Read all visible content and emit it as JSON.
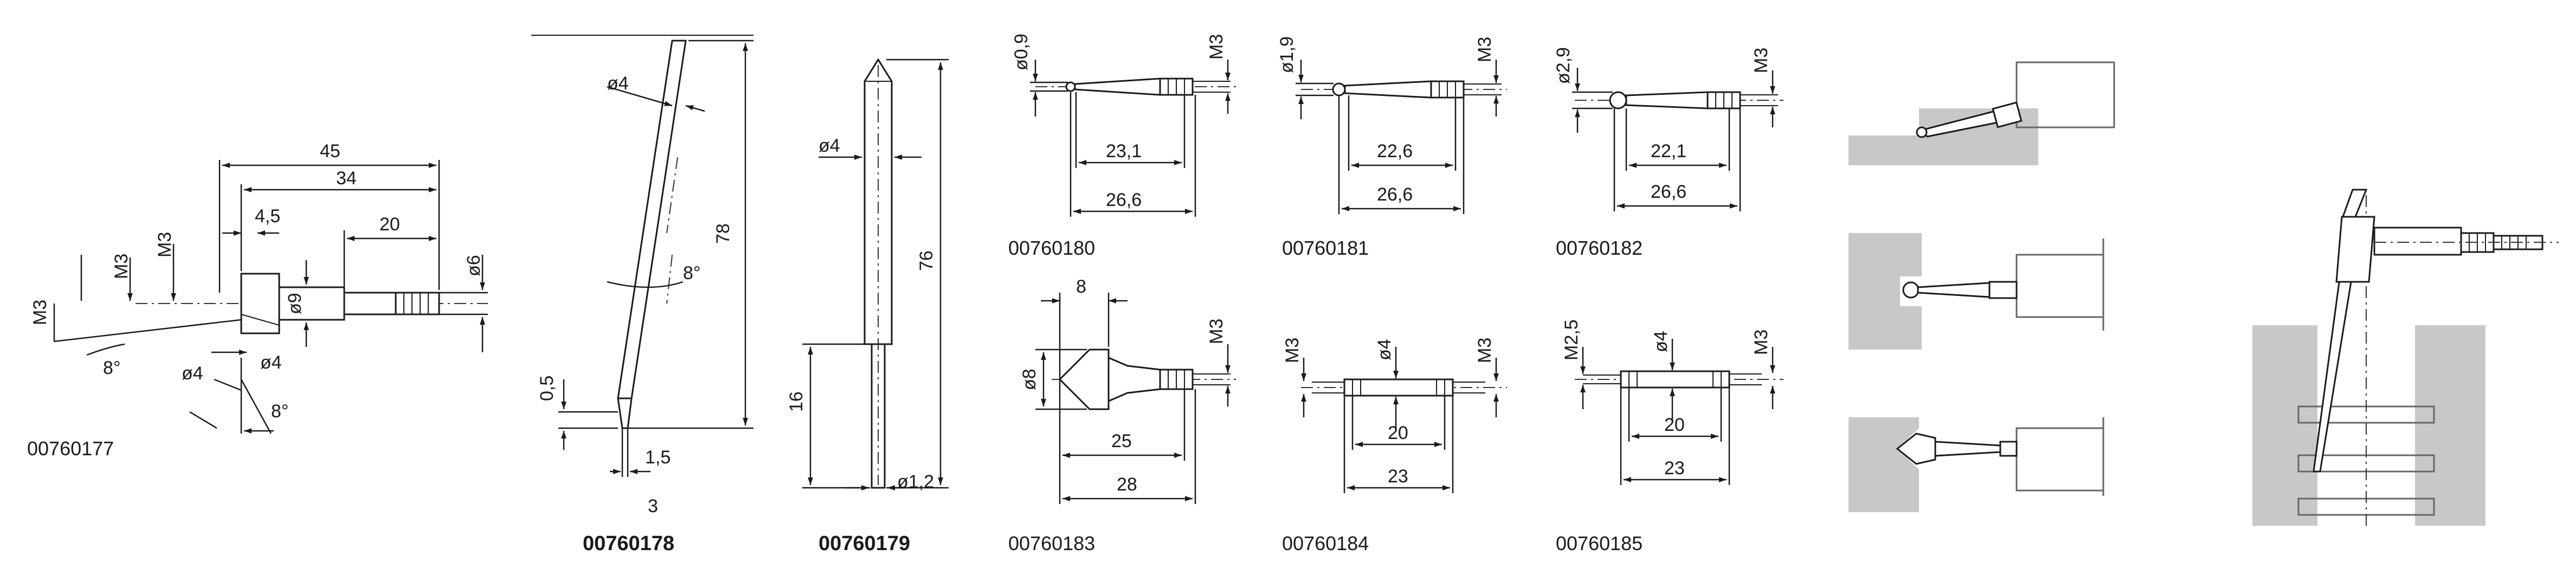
{
  "parts": [
    {
      "id": "00760177",
      "labels": [
        "45",
        "34",
        "20",
        "4,5",
        "ø6",
        "ø9",
        "ø4",
        "ø4",
        "M3",
        "M3",
        "M3",
        "8°",
        "8°"
      ]
    },
    {
      "id": "00760178",
      "labels": [
        "ø4",
        "78",
        "8°",
        "0,5",
        "1,5",
        "3"
      ]
    },
    {
      "id": "00760179",
      "labels": [
        "ø4",
        "76",
        "16",
        "ø1,2"
      ]
    },
    {
      "id": "00760180",
      "labels": [
        "ø0,9",
        "M3",
        "23,1",
        "26,6"
      ]
    },
    {
      "id": "00760181",
      "labels": [
        "ø1,9",
        "M3",
        "22,6",
        "26,6"
      ]
    },
    {
      "id": "00760182",
      "labels": [
        "ø2,9",
        "M3",
        "22,1",
        "26,6"
      ]
    },
    {
      "id": "00760183",
      "labels": [
        "8",
        "ø8",
        "M3",
        "25",
        "28"
      ]
    },
    {
      "id": "00760184",
      "labels": [
        "M3",
        "ø4",
        "M3",
        "20",
        "23"
      ]
    },
    {
      "id": "00760185",
      "labels": [
        "M2,5",
        "ø4",
        "M3",
        "20",
        "23"
      ]
    }
  ]
}
